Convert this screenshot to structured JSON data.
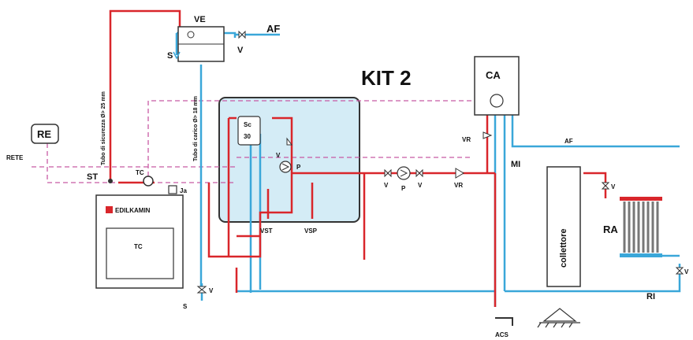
{
  "title": "KIT 2",
  "colors": {
    "hot": "#d9262b",
    "cold": "#3aa7d9",
    "signal": "#c85aa5",
    "kit_fill": "#d4ecf6",
    "box_stroke": "#333333"
  },
  "labels": {
    "ve": "VE",
    "af_top": "AF",
    "af_right": "AF",
    "s_top": "S",
    "s_bottom": "S",
    "v_top": "V",
    "ca": "CA",
    "re": "RE",
    "rete": "RETE",
    "st": "ST",
    "tc_sensor": "TC",
    "ja": "Ja",
    "tc_boiler": "TC",
    "brand": "EDILKAMIN",
    "sc": "Sc",
    "sc_num": "30",
    "p_kit": "P",
    "v_kit": "V",
    "vst": "VST",
    "vsp": "VSP",
    "v_left": "V",
    "p_main": "P",
    "v_right": "V",
    "vr_main": "VR",
    "vr_ca": "VR",
    "mi": "MI",
    "ri": "RI",
    "collettore": "collettore",
    "ra": "RA",
    "v_ra_top": "V",
    "v_ra_bottom": "V",
    "v_boiler": "V",
    "acs": "ACS",
    "tubo_sicurezza": "Tubo di sicurezza Ø> 25 mm",
    "tubo_carico": "Tubo di carico Ø> 18 mm"
  },
  "icons": {
    "pump": "pump-icon",
    "valve": "valve-icon",
    "check_valve": "check-valve-icon",
    "radiator": "radiator-icon",
    "tap": "tap-icon",
    "ground": "ground-symbol-icon"
  }
}
